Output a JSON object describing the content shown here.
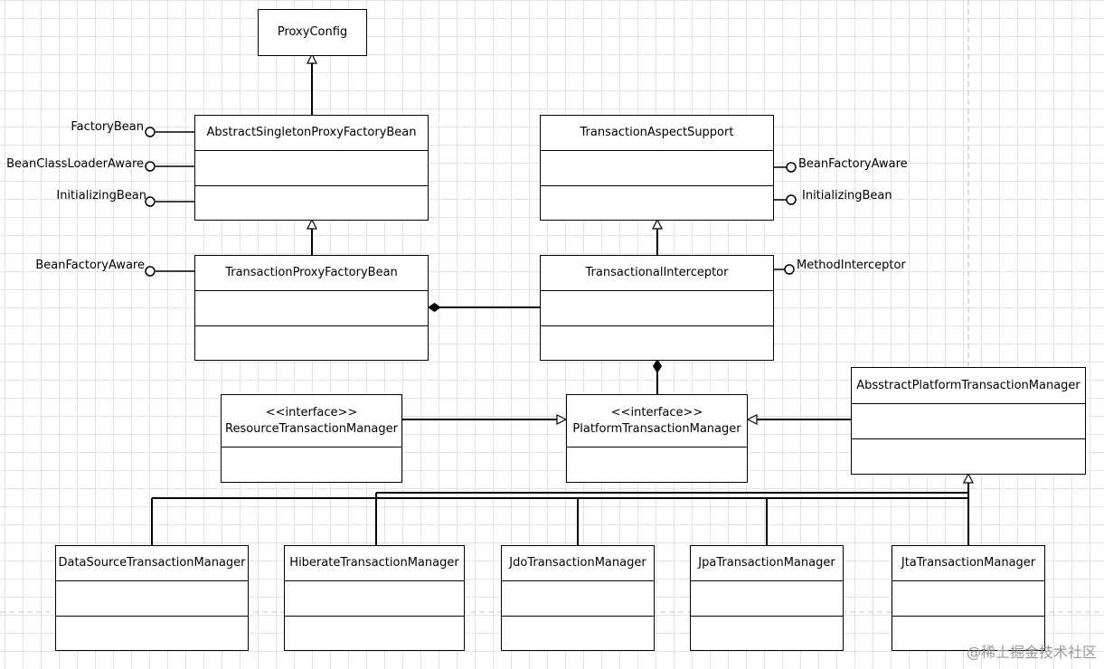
{
  "classes": {
    "proxy_config": {
      "name": "ProxyConfig"
    },
    "abstract_singleton_proxy_factory_bean": {
      "name": "AbstractSingletonProxyFactoryBean"
    },
    "transaction_aspect_support": {
      "name": "TransactionAspectSupport"
    },
    "transaction_proxy_factory_bean": {
      "name": "TransactionProxyFactoryBean"
    },
    "transactional_interceptor": {
      "name": "TransactionalInterceptor"
    },
    "resource_transaction_manager": {
      "stereotype": "<<interface>>",
      "name": "ResourceTransactionManager"
    },
    "platform_transaction_manager": {
      "stereotype": "<<interface>>",
      "name": "PlatformTransactionManager"
    },
    "abstract_platform_transaction_manager": {
      "name": "AbsstractPlatformTransactionManager"
    },
    "datasource_transaction_manager": {
      "name": "DataSourceTransactionManager"
    },
    "hiberate_transaction_manager": {
      "name": "HiberateTransactionManager"
    },
    "jdo_transaction_manager": {
      "name": "JdoTransactionManager"
    },
    "jpa_transaction_manager": {
      "name": "JpaTransactionManager"
    },
    "jta_transaction_manager": {
      "name": "JtaTransactionManager"
    }
  },
  "interfaces": {
    "factory_bean": "FactoryBean",
    "bean_class_loader_aware": "BeanClassLoaderAware",
    "initializing_bean_left": "InitializingBean",
    "bean_factory_aware_left": "BeanFactoryAware",
    "bean_factory_aware_right": "BeanFactoryAware",
    "initializing_bean_right": "InitializingBean",
    "method_interceptor": "MethodInterceptor"
  },
  "watermark": "@稀土掘金技术社区"
}
